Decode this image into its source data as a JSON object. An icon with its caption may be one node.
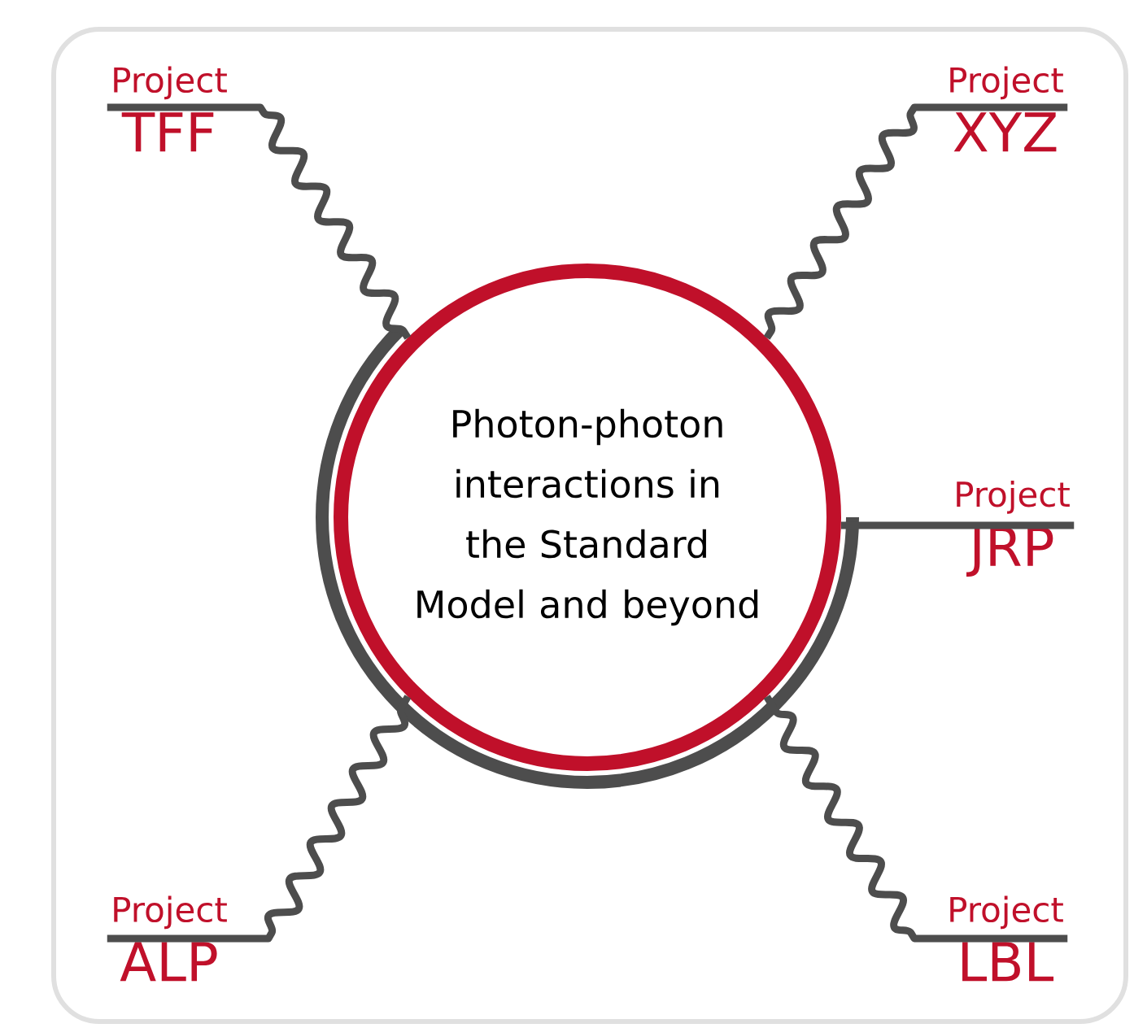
{
  "diagram": {
    "nodes": [
      {
        "text": [
          "Project",
          "TFF"
        ]
      },
      {
        "text": [
          "Project",
          "XYZ"
        ]
      },
      {
        "text": [
          "Photon-photon interactions in the Standard Model and beyond"
        ]
      },
      {
        "text": [
          "Project",
          "JRP"
        ]
      },
      {
        "text": [
          "Project",
          "ALP"
        ]
      },
      {
        "text": [
          "Project",
          "LBL"
        ]
      }
    ],
    "edges": [
      {
        "from": 0,
        "to": 2,
        "arrow": "none"
      },
      {
        "from": 1,
        "to": 2,
        "arrow": "none"
      },
      {
        "from": 3,
        "to": 2,
        "arrow": "none"
      },
      {
        "from": 4,
        "to": 2,
        "arrow": "none"
      },
      {
        "from": 5,
        "to": 2,
        "arrow": "none"
      }
    ]
  }
}
